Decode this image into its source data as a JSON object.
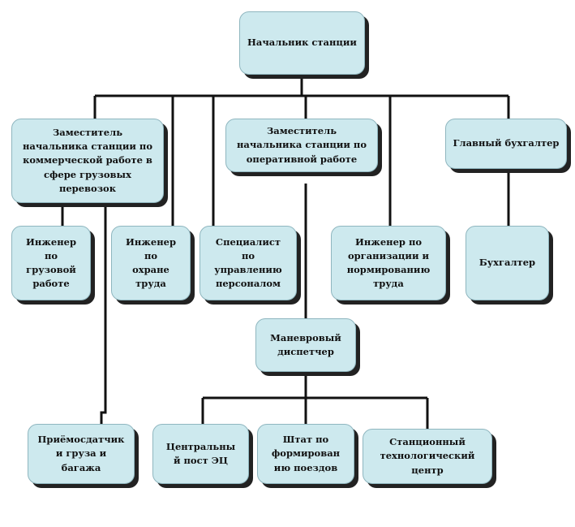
{
  "nodes": {
    "head": "Начальник станции",
    "deputy_commercial": "Заместитель\nначальника станции по\nкоммерческой работе в\nсфере грузовых\nперевозок",
    "deputy_operational": "Заместитель\nначальника станции по\nоперативной работе",
    "chief_accountant": "Главный бухгалтер",
    "engineer_cargo": "Инженер\nпо\nгрузовой\nработе",
    "engineer_labor_protection": "Инженер\nпо\nохране\nтруда",
    "hr_specialist": "Специалист\nпо\nуправлению\nперсоналом",
    "engineer_labor_org": "Инженер по\nорганизации и\nнормированию\nтруда",
    "accountant": "Бухгалтер",
    "shunting_dispatcher": "Маневровый\nдиспетчер",
    "cargo_receiver": "Приёмосдатчик\nи груза и\nбагажа",
    "central_post": "Центральны\nй пост ЭЦ",
    "train_staff": "Штат по\nформирован\nию поездов",
    "tech_center": "Станционный\nтехнологический\nцентр"
  }
}
